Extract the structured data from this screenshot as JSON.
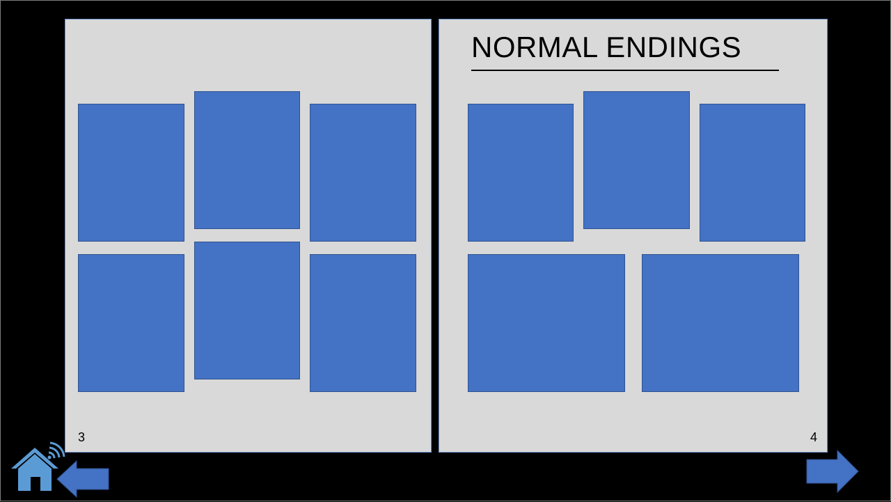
{
  "spread": {
    "left_page": {
      "page_number": "3"
    },
    "right_page": {
      "page_number": "4",
      "title": "NORMAL ENDINGS"
    }
  },
  "navigation": {
    "home_icon": "home-wifi-icon",
    "back_icon": "arrow-left-icon",
    "next_icon": "arrow-right-icon"
  },
  "colors": {
    "background": "#000000",
    "page": "#d9d9d9",
    "tile": "#4472c4",
    "tile_border": "#2f528f",
    "nav_arrow": "#4472c4",
    "home_icon": "#5b9bd5"
  }
}
